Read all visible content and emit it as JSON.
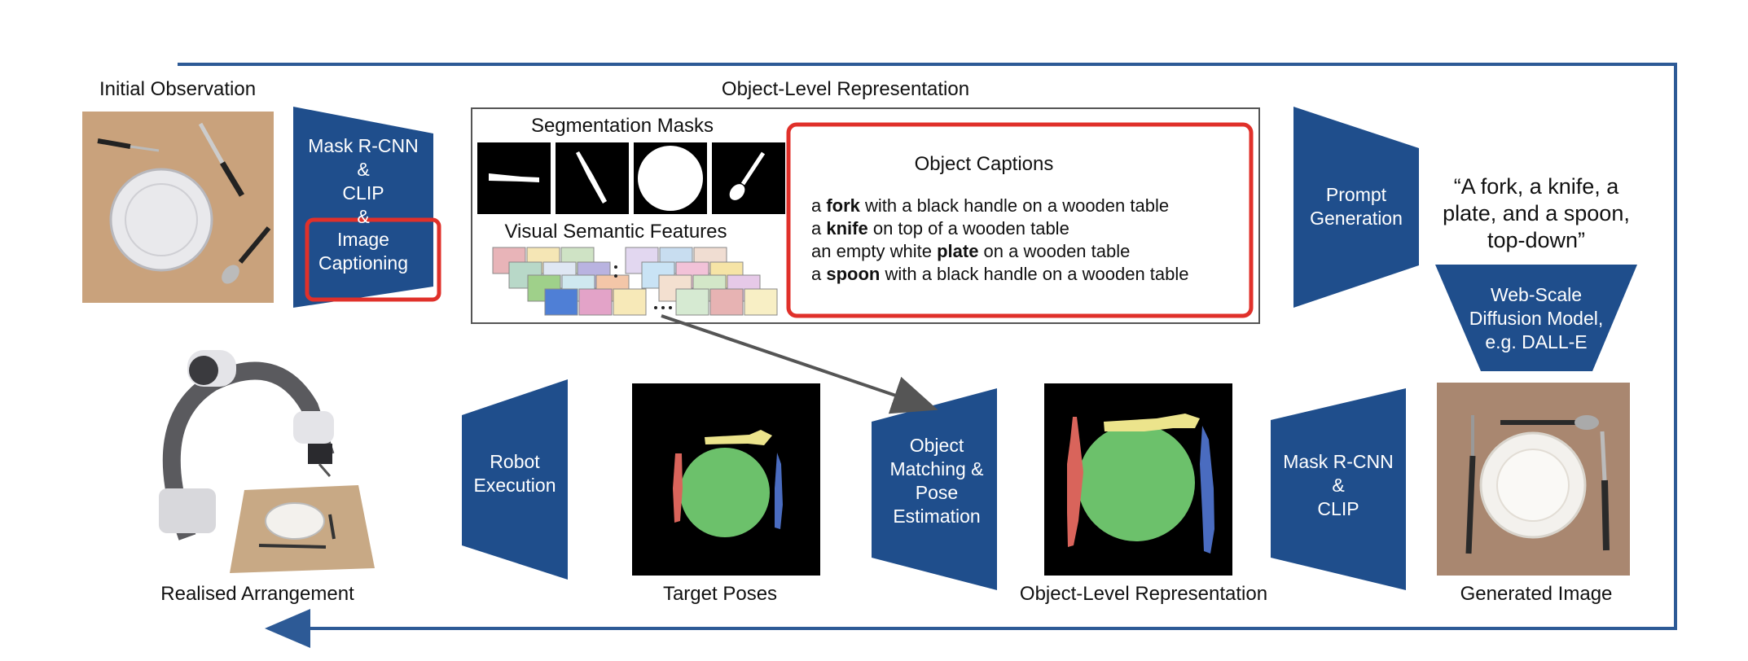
{
  "labels": {
    "initial_observation": "Initial Observation",
    "object_level_top": "Object-Level Representation",
    "segmentation_masks": "Segmentation Masks",
    "visual_semantic_features": "Visual Semantic Features",
    "object_captions_title": "Object Captions",
    "realised_arrangement": "Realised Arrangement",
    "target_poses": "Target Poses",
    "object_level_bottom": "Object-Level Representation",
    "generated_image": "Generated Image"
  },
  "blocks": {
    "mask_rcnn_top": [
      "Mask R-CNN",
      "&",
      "CLIP",
      "&"
    ],
    "image_captioning": [
      "Image",
      "Captioning"
    ],
    "prompt_generation": [
      "Prompt",
      "Generation"
    ],
    "diffusion": [
      "Web-Scale",
      "Diffusion Model,",
      "e.g. DALL-E"
    ],
    "mask_rcnn_bottom": [
      "Mask R-CNN",
      "&",
      "CLIP"
    ],
    "object_matching": [
      "Object",
      "Matching &",
      "Pose",
      "Estimation"
    ],
    "robot_execution": [
      "Robot",
      "Execution"
    ]
  },
  "captions": [
    {
      "pre": "a ",
      "bold": "fork",
      "post": " with a black handle on a wooden table"
    },
    {
      "pre": "a ",
      "bold": "knife",
      "post": " on top of a wooden table"
    },
    {
      "pre": "an empty white ",
      "bold": "plate",
      "post": " on a wooden table"
    },
    {
      "pre": "a ",
      "bold": "spoon",
      "post": " with a black handle on a wooden table"
    }
  ],
  "prompt_text": [
    "“A fork, a knife, a",
    "plate, and a spoon,",
    "top-down”"
  ],
  "colors": {
    "block_blue": "#1f4e8c",
    "arrow_blue": "#2d5a96",
    "highlight_red": "#e0302a",
    "table_wood": "#c9a27c",
    "mask_green": "#6cc16b",
    "mask_yellow": "#ece48c",
    "mask_red": "#d9645b",
    "mask_blue": "#4a6cc0"
  },
  "icons": [
    "fork-icon",
    "knife-icon",
    "plate-icon",
    "spoon-icon",
    "robot-arm-icon"
  ]
}
